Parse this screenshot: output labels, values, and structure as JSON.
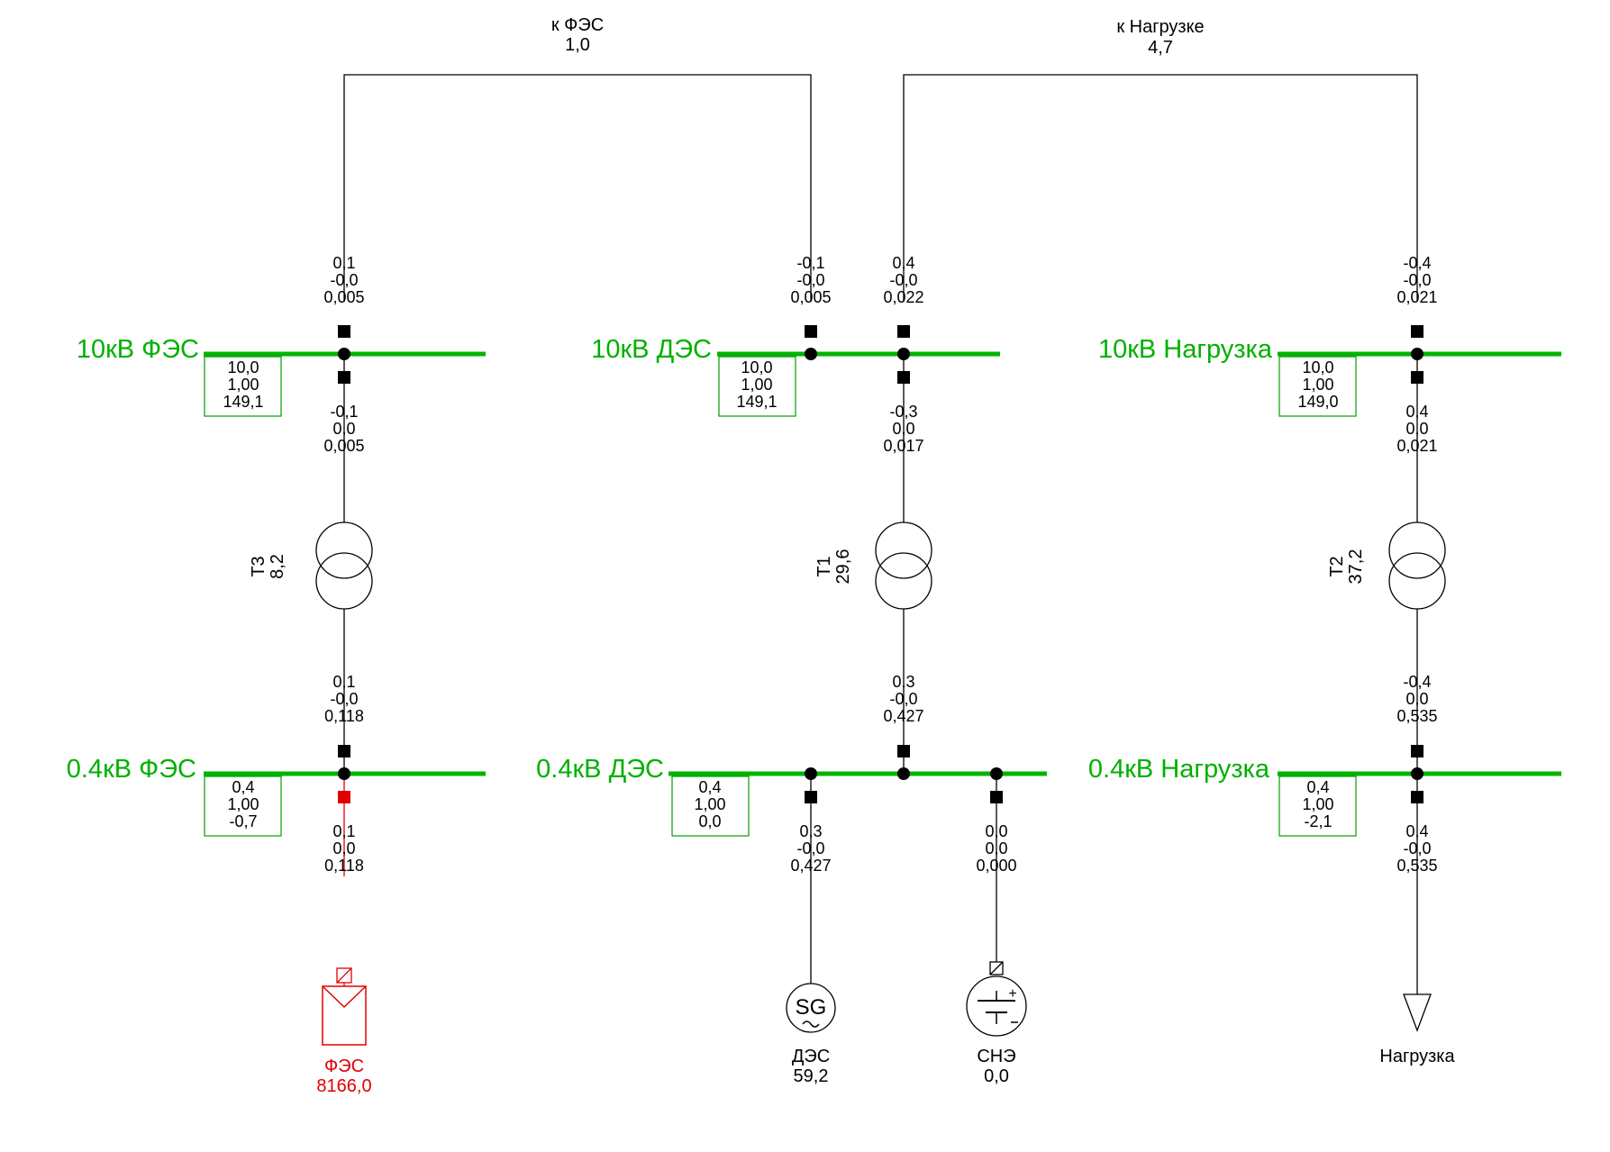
{
  "lines": {
    "fes": {
      "name": "к ФЭС",
      "value": "1,0"
    },
    "load": {
      "name": "к Нагрузке",
      "value": "4,7"
    }
  },
  "buses": {
    "hv_fes": {
      "name": "10кВ ФЭС",
      "box": [
        "10,0",
        "1,00",
        "149,1"
      ]
    },
    "hv_des": {
      "name": "10кВ ДЭС",
      "box": [
        "10,0",
        "1,00",
        "149,1"
      ]
    },
    "hv_load": {
      "name": "10кВ Нагрузка",
      "box": [
        "10,0",
        "1,00",
        "149,0"
      ]
    },
    "lv_fes": {
      "name": "0.4кВ ФЭС",
      "box": [
        "0,4",
        "1,00",
        "-0,7"
      ]
    },
    "lv_des": {
      "name": "0.4кВ ДЭС",
      "box": [
        "0,4",
        "1,00",
        "0,0"
      ]
    },
    "lv_load": {
      "name": "0.4кВ Нагрузка",
      "box": [
        "0,4",
        "1,00",
        "-2,1"
      ]
    }
  },
  "flows": {
    "line_fes_a": [
      "0,1",
      "-0,0",
      "0,005"
    ],
    "line_fes_b": [
      "-0,1",
      "-0,0",
      "0,005"
    ],
    "line_load_a": [
      "0,4",
      "-0,0",
      "0,022"
    ],
    "line_load_b": [
      "-0,4",
      "-0,0",
      "0,021"
    ],
    "t3_hv": [
      "-0,1",
      "0,0",
      "0,005"
    ],
    "t1_hv": [
      "-0,3",
      "0,0",
      "0,017"
    ],
    "t2_hv": [
      "0,4",
      "0,0",
      "0,021"
    ],
    "t3_lv": [
      "0,1",
      "-0,0",
      "0,118"
    ],
    "t1_lv": [
      "0,3",
      "-0,0",
      "0,427"
    ],
    "t2_lv": [
      "-0,4",
      "0,0",
      "0,535"
    ],
    "fes_gen": [
      "0,1",
      "0,0",
      "0,118"
    ],
    "des_gen": [
      "0,3",
      "-0,0",
      "0,427"
    ],
    "storage": [
      "0,0",
      "0,0",
      "0,000"
    ],
    "load": [
      "0,4",
      "-0,0",
      "0,535"
    ]
  },
  "transformers": {
    "t3": {
      "name": "Т3",
      "value": "8,2"
    },
    "t1": {
      "name": "Т1",
      "value": "29,6"
    },
    "t2": {
      "name": "Т2",
      "value": "37,2"
    }
  },
  "devices": {
    "fes": {
      "name": "ФЭС",
      "value": "8166,0"
    },
    "des": {
      "name": "ДЭС",
      "value": "59,2",
      "symbol": "SG"
    },
    "storage": {
      "name": "СНЭ",
      "value": "0,0"
    },
    "load": {
      "name": "Нагрузка"
    }
  },
  "colors": {
    "bus": "#00b400",
    "bus_label": "#00b000",
    "alarm": "#e00000",
    "wire": "#000000"
  }
}
